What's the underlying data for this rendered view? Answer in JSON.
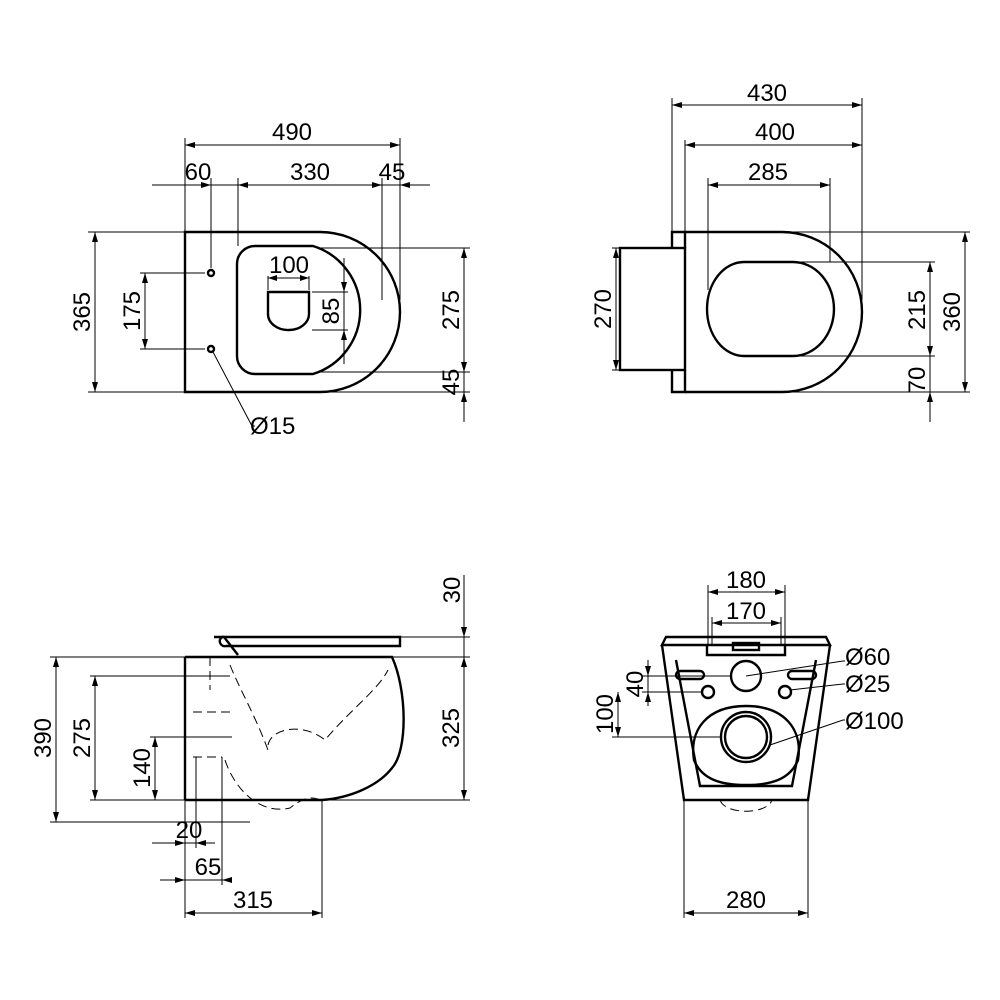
{
  "colors": {
    "line": "#000000",
    "background": "#ffffff"
  },
  "views": {
    "top": {
      "overall_width": "490",
      "offset_back": "60",
      "inner_width": "330",
      "offset_front": "45",
      "overall_depth": "365",
      "fixing_spacing": "175",
      "outlet_width": "100",
      "outlet_height": "85",
      "inner_depth": "275",
      "rim_offset": "45",
      "fixing_hole": "Ø15"
    },
    "seat": {
      "overall_width": "430",
      "seat_width": "400",
      "opening_width": "285",
      "back_height": "270",
      "opening_depth": "215",
      "overall_depth": "360",
      "front_offset": "70"
    },
    "side": {
      "seat_thickness": "30",
      "overall_height": "390",
      "outlet_height": "275",
      "bowl_height": "325",
      "inlet_height": "140",
      "outlet_offset": "20",
      "inlet_offset": "65",
      "projection": "315"
    },
    "rear": {
      "fixing_spacing_outer": "180",
      "fixing_spacing_inner": "170",
      "inlet_diameter": "Ø60",
      "inlet_offset": "40",
      "fixing_diameter": "Ø25",
      "outlet_height": "100",
      "outlet_diameter": "Ø100",
      "overall_width": "280"
    }
  }
}
